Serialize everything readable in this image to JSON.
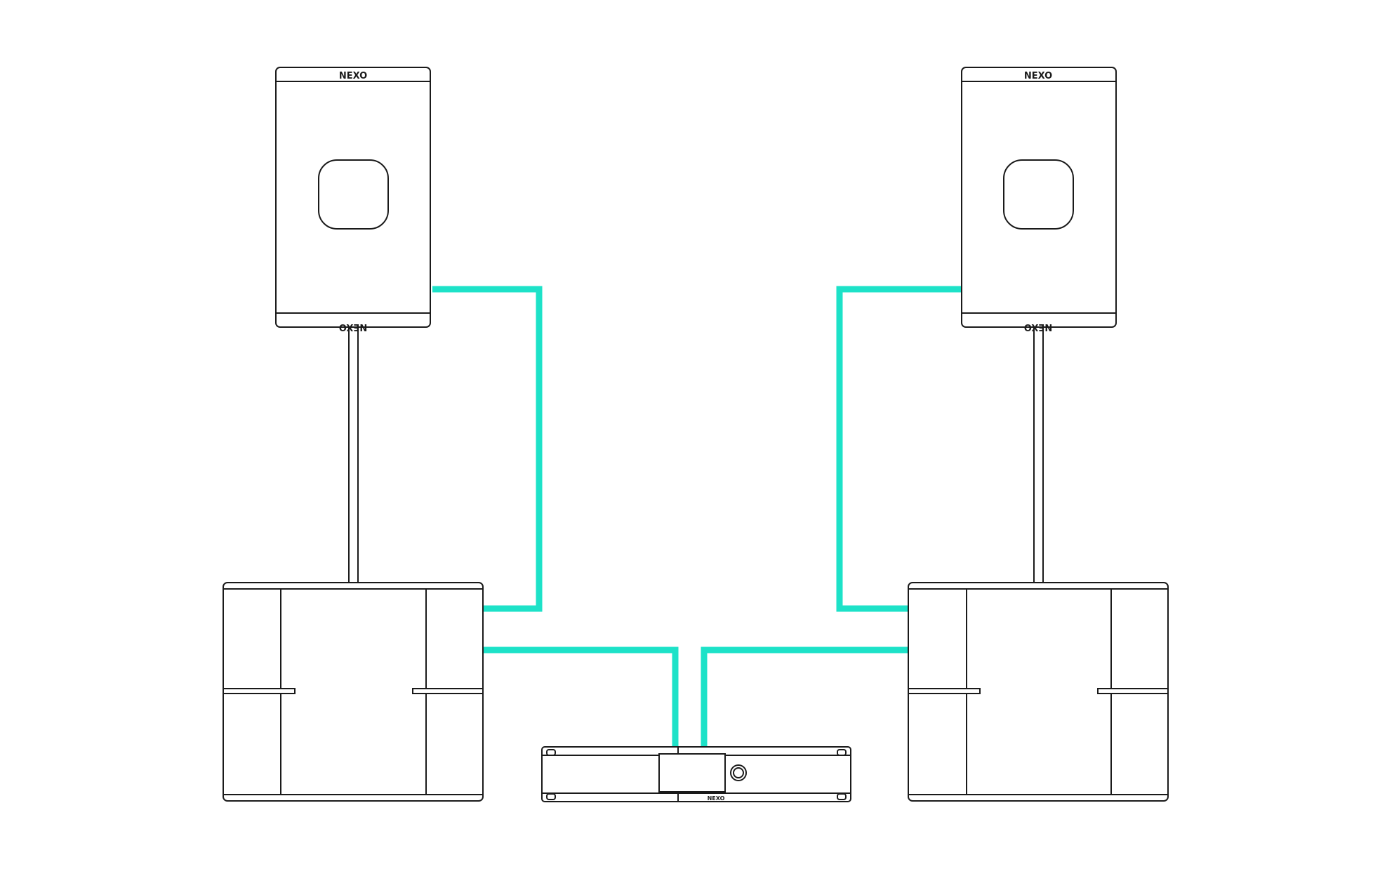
{
  "diagram": {
    "brand_logo_text": "NEXO",
    "colors": {
      "cable": "#1de2c8",
      "outline": "#1a1a1a",
      "background": "#ffffff"
    },
    "components": [
      "left-top-speaker",
      "right-top-speaker",
      "left-subwoofer",
      "right-subwoofer",
      "amplifier-processor"
    ]
  }
}
